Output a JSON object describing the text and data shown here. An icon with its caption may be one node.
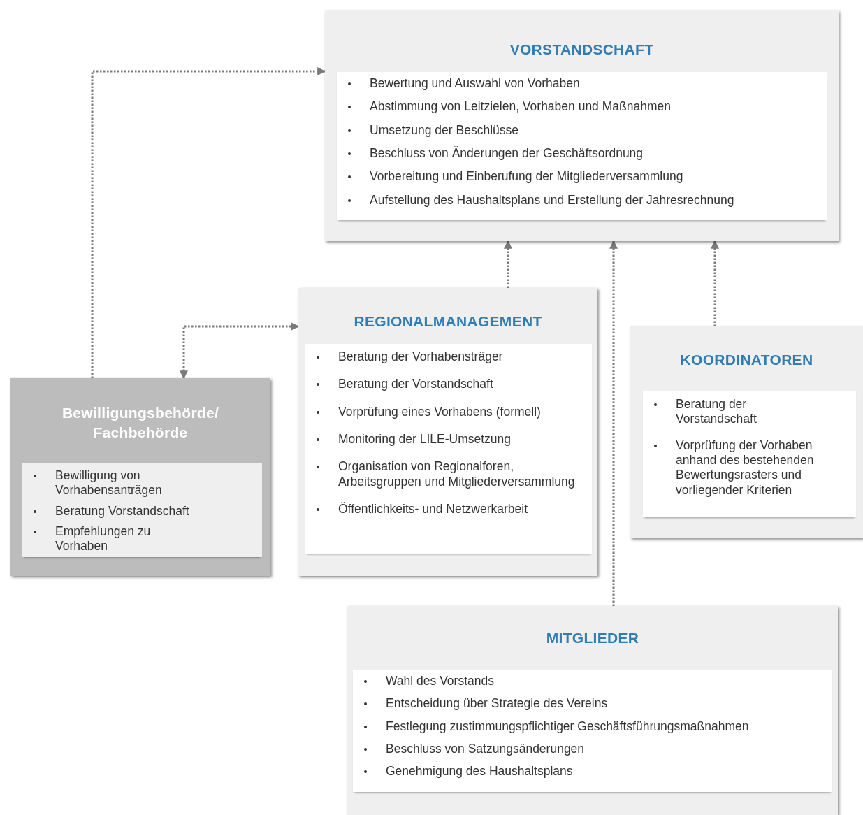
{
  "diagram": {
    "nodes": [
      {
        "text": [
          "VORSTANDSCHAFT",
          "Bewertung und Auswahl von Vorhaben",
          "Abstimmung von Leitzielen, Vorhaben und Maßnahmen",
          "Umsetzung der Beschlüsse",
          "Beschluss von Änderungen der Geschäftsordnung",
          "Vorbereitung und Einberufung der Mitgliederversammlung",
          "Aufstellung des Haushaltsplans und Erstellung der Jahresrechnung"
        ]
      },
      {
        "text": [
          "REGIONALMANAGEMENT",
          "Beratung der Vorhabensträger",
          "Beratung der Vorstandschaft",
          "Vorprüfung eines Vorhabens (formell)",
          "Monitoring der LILE-Umsetzung",
          "Organisation von Regionalforen, Arbeitsgruppen und Mitgliederversammlung",
          "Öffentlichkeits- und Netzwerkarbeit"
        ]
      },
      {
        "text": [
          "KOORDINATOREN",
          "Beratung der Vorstandschaft",
          "Vorprüfung der Vorhaben anhand des bestehenden Bewertungsrasters und vorliegender Kriterien"
        ]
      },
      {
        "text": [
          "Bewilligungsbehörde/ Fachbehörde",
          "Bewilligung von Vorhabensanträgen",
          "Beratung Vorstandschaft",
          "Empfehlungen zu Vorhaben"
        ]
      },
      {
        "text": [
          "MITGLIEDER",
          "Wahl des Vorstands",
          "Entscheidung über Strategie des Vereins",
          "Festlegung zustimmungspflichtiger Geschäftsführungsmaßnahmen",
          "Beschluss von Satzungsänderungen",
          "Genehmigung des Haushaltsplans"
        ]
      }
    ],
    "edges": [
      {
        "from": 3,
        "to": 0,
        "arrow": "to"
      },
      {
        "from": 3,
        "to": 1,
        "arrow": "both"
      },
      {
        "from": 1,
        "to": 0,
        "arrow": "to"
      },
      {
        "from": 4,
        "to": 0,
        "arrow": "to"
      },
      {
        "from": 2,
        "to": 0,
        "arrow": "to"
      }
    ]
  }
}
